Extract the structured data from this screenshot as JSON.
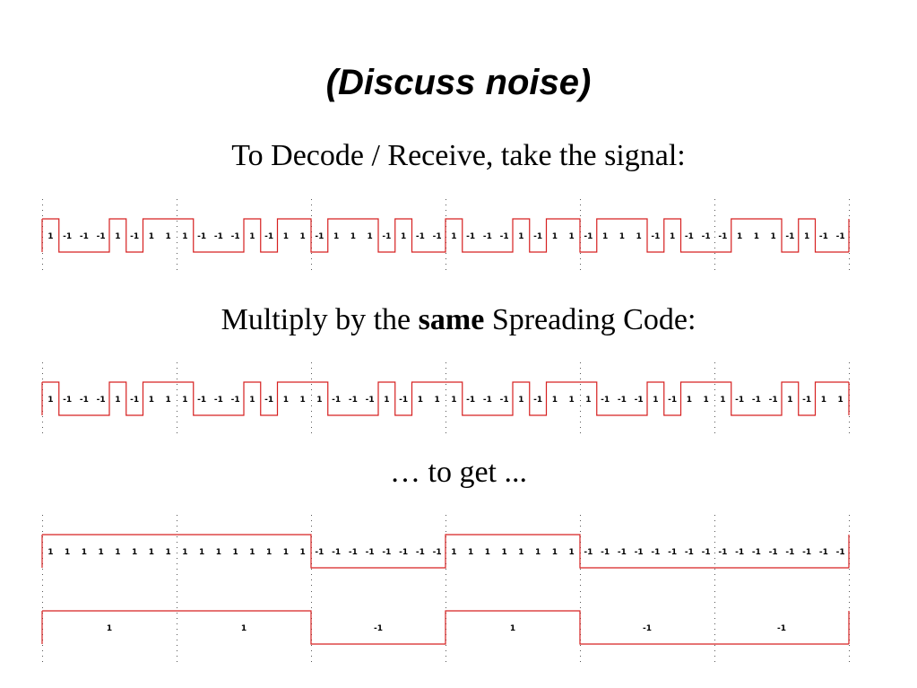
{
  "slide": {
    "title": "(Discuss noise)",
    "caption1": "To Decode / Receive, take the signal:",
    "caption2_pre": "Multiply by the",
    "caption2_bold": "same",
    "caption2_post": "Spreading Code:",
    "caption3": "… to get ..."
  },
  "colors": {
    "signal_line": "#d62020",
    "grid": "#555555"
  },
  "chart_data": [
    {
      "type": "bipolar-waveform",
      "name": "received signal",
      "values": [
        1,
        -1,
        -1,
        -1,
        1,
        -1,
        1,
        1,
        1,
        -1,
        -1,
        -1,
        1,
        -1,
        1,
        1,
        -1,
        1,
        1,
        1,
        -1,
        1,
        -1,
        -1,
        1,
        -1,
        -1,
        -1,
        1,
        -1,
        1,
        1,
        -1,
        1,
        1,
        1,
        -1,
        1,
        -1,
        -1,
        -1,
        1,
        1,
        1,
        -1,
        1,
        -1,
        -1
      ]
    },
    {
      "type": "bipolar-waveform",
      "name": "spreading code",
      "values": [
        1,
        -1,
        -1,
        -1,
        1,
        -1,
        1,
        1,
        1,
        -1,
        -1,
        -1,
        1,
        -1,
        1,
        1,
        1,
        -1,
        -1,
        -1,
        1,
        -1,
        1,
        1,
        1,
        -1,
        -1,
        -1,
        1,
        -1,
        1,
        1,
        1,
        -1,
        -1,
        -1,
        1,
        -1,
        1,
        1,
        1,
        -1,
        -1,
        -1,
        1,
        -1,
        1,
        1
      ]
    },
    {
      "type": "bipolar-waveform",
      "name": "product",
      "values": [
        1,
        1,
        1,
        1,
        1,
        1,
        1,
        1,
        1,
        1,
        1,
        1,
        1,
        1,
        1,
        1,
        -1,
        -1,
        -1,
        -1,
        -1,
        -1,
        -1,
        -1,
        1,
        1,
        1,
        1,
        1,
        1,
        1,
        1,
        -1,
        -1,
        -1,
        -1,
        -1,
        -1,
        -1,
        -1,
        -1,
        -1,
        -1,
        -1,
        -1,
        -1,
        -1,
        -1
      ]
    },
    {
      "type": "bipolar-waveform",
      "name": "decoded bits",
      "values": [
        1,
        1,
        -1,
        1,
        -1,
        -1
      ]
    }
  ]
}
